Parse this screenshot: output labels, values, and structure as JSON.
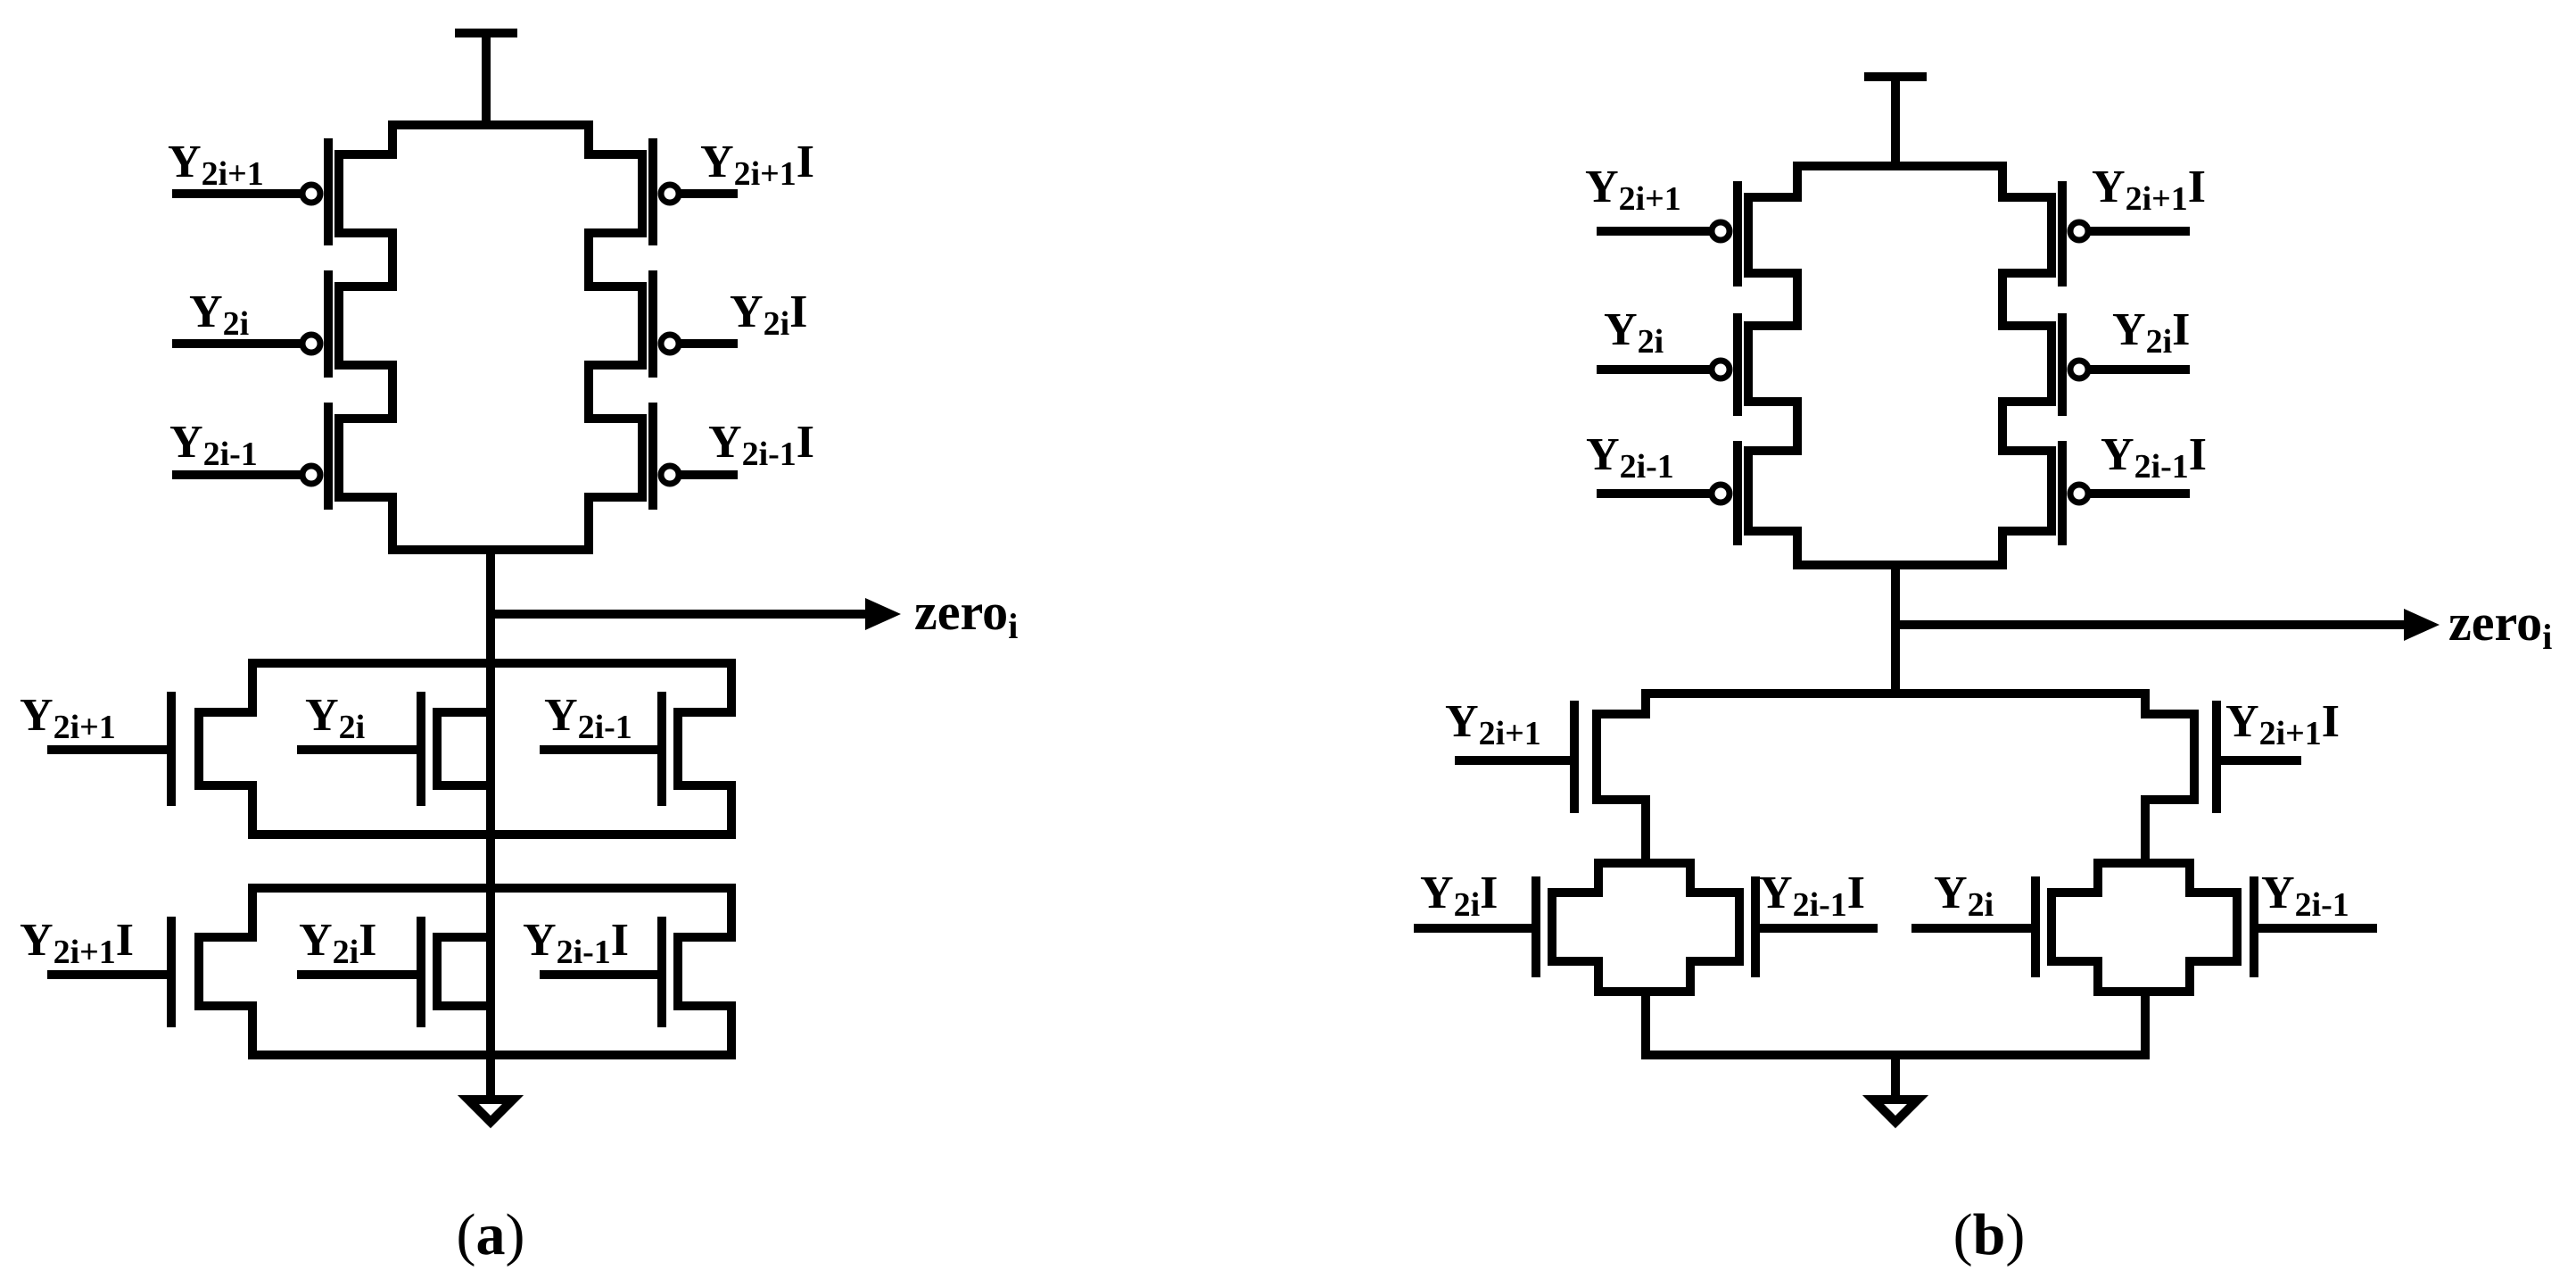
{
  "panel_a": {
    "caption_open": "(",
    "caption_letter": "a",
    "caption_close": ")",
    "output": {
      "text": "zero",
      "sub": "i"
    },
    "pmos": [
      {
        "left": {
          "main": "Y",
          "sub": "2i+1",
          "suffix": ""
        },
        "right": {
          "main": "Y",
          "sub": "2i+1",
          "suffix": "I"
        }
      },
      {
        "left": {
          "main": "Y",
          "sub": "2i",
          "suffix": ""
        },
        "right": {
          "main": "Y",
          "sub": "2i",
          "suffix": "I"
        }
      },
      {
        "left": {
          "main": "Y",
          "sub": "2i-1",
          "suffix": ""
        },
        "right": {
          "main": "Y",
          "sub": "2i-1",
          "suffix": "I"
        }
      }
    ],
    "nmos_row1": [
      {
        "main": "Y",
        "sub": "2i+1",
        "suffix": ""
      },
      {
        "main": "Y",
        "sub": "2i",
        "suffix": ""
      },
      {
        "main": "Y",
        "sub": "2i-1",
        "suffix": ""
      }
    ],
    "nmos_row2": [
      {
        "main": "Y",
        "sub": "2i+1",
        "suffix": "I"
      },
      {
        "main": "Y",
        "sub": "2i",
        "suffix": "I"
      },
      {
        "main": "Y",
        "sub": "2i-1",
        "suffix": "I"
      }
    ]
  },
  "panel_b": {
    "caption_open": "(",
    "caption_letter": "b",
    "caption_close": ")",
    "output": {
      "text": "zero",
      "sub": "i"
    },
    "pmos": [
      {
        "left": {
          "main": "Y",
          "sub": "2i+1",
          "suffix": ""
        },
        "right": {
          "main": "Y",
          "sub": "2i+1",
          "suffix": "I"
        }
      },
      {
        "left": {
          "main": "Y",
          "sub": "2i",
          "suffix": ""
        },
        "right": {
          "main": "Y",
          "sub": "2i",
          "suffix": "I"
        }
      },
      {
        "left": {
          "main": "Y",
          "sub": "2i-1",
          "suffix": ""
        },
        "right": {
          "main": "Y",
          "sub": "2i-1",
          "suffix": "I"
        }
      }
    ],
    "nmos_upper": [
      {
        "main": "Y",
        "sub": "2i+1",
        "suffix": ""
      },
      {
        "main": "Y",
        "sub": "2i+1",
        "suffix": "I"
      }
    ],
    "nmos_lower_left": [
      {
        "main": "Y",
        "sub": "2i",
        "suffix": "I"
      },
      {
        "main": "Y",
        "sub": "2i-1",
        "suffix": "I"
      }
    ],
    "nmos_lower_right": [
      {
        "main": "Y",
        "sub": "2i",
        "suffix": ""
      },
      {
        "main": "Y",
        "sub": "2i-1",
        "suffix": ""
      }
    ]
  }
}
